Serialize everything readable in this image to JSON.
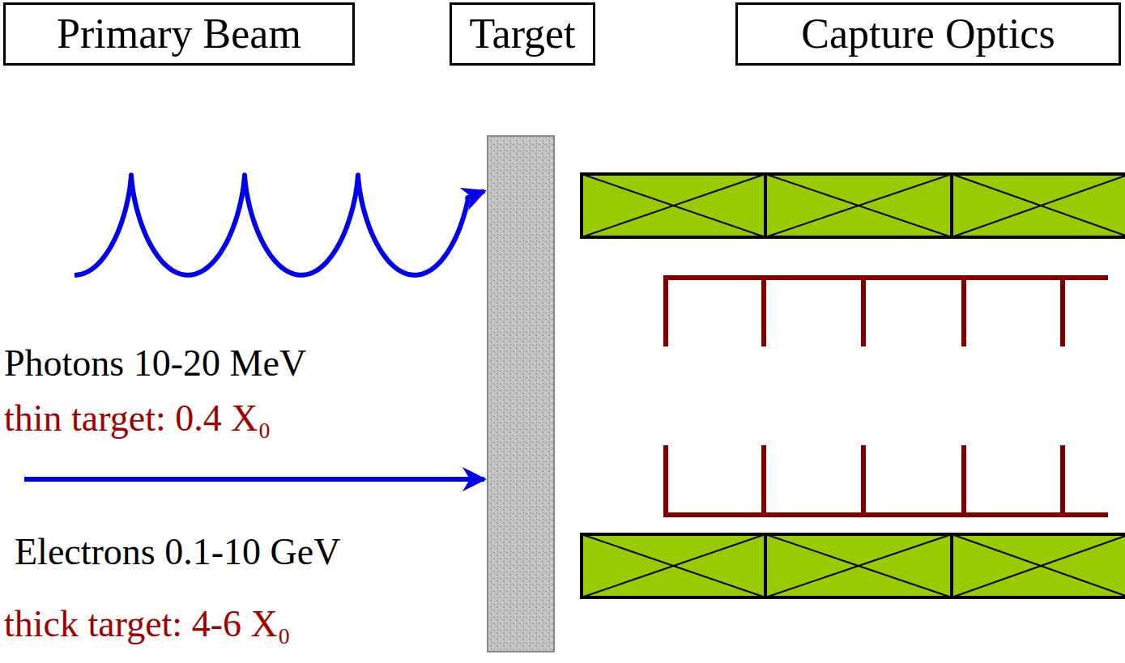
{
  "diagram": {
    "nodes": [
      {
        "text": [
          "Primary Beam"
        ]
      },
      {
        "text": [
          "Target"
        ]
      },
      {
        "text": [
          "Capture Optics"
        ]
      }
    ],
    "labels": [
      "Photons 10-20 MeV",
      "thin target: 0.4 X₀",
      "Electrons 0.1-10 GeV",
      "thick target: 4-6 X₀"
    ]
  }
}
